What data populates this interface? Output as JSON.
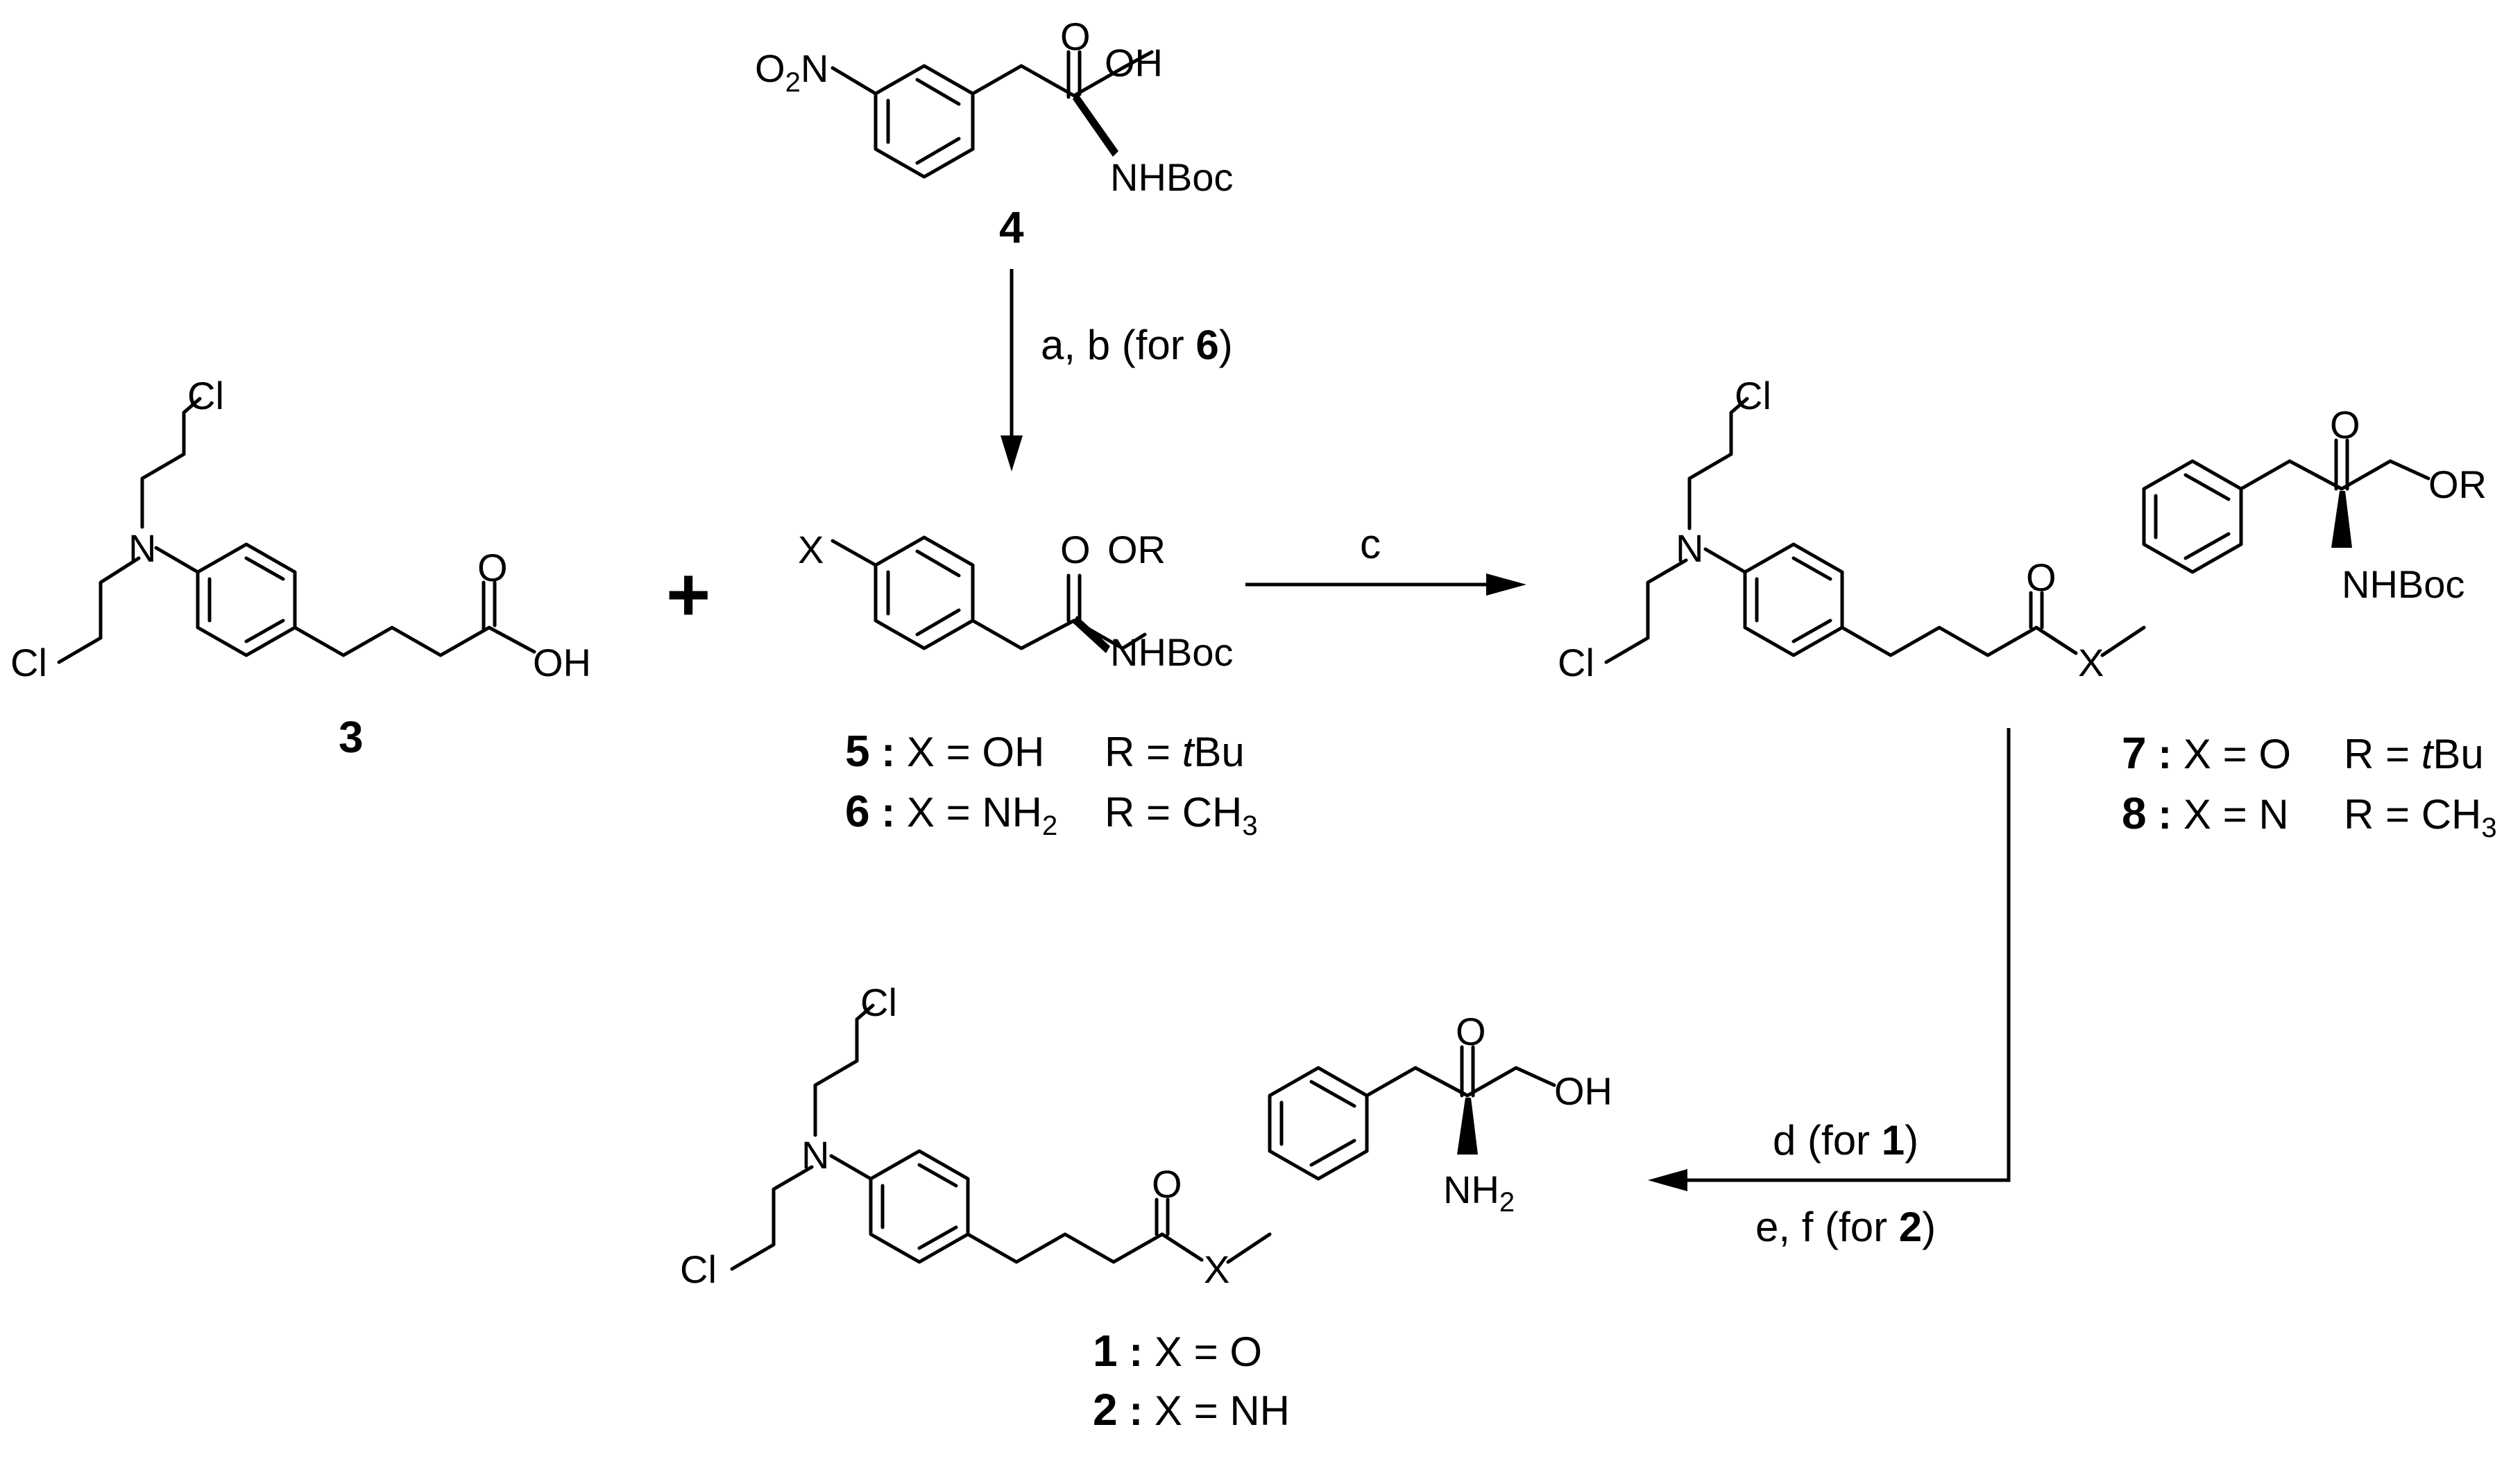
{
  "compound4": {
    "number": "4",
    "nitro_o": "O",
    "nitro_sub": "2",
    "nitro_n": "N",
    "carbonyl_o": "O",
    "acid_oh": "OH",
    "amine": "NHBoc"
  },
  "compound3": {
    "number": "3",
    "cl_top": "Cl",
    "cl_bottom": "Cl",
    "nitrogen": "N",
    "carbonyl_o": "O",
    "acid_oh": "OH"
  },
  "plus": "+",
  "compound56": {
    "x": "X",
    "carbonyl_o": "O",
    "ester": "OR",
    "amine": "NHBoc",
    "line5": {
      "number": "5",
      "colon": " :",
      "x": " X = OH",
      "r": "R = ",
      "r_italic": "t",
      "r_rest": "Bu"
    },
    "line6": {
      "number": "6",
      "colon": " :",
      "x": " X = NH",
      "x_sub": "2",
      "r": "R = CH",
      "r_sub": "3"
    }
  },
  "compound78": {
    "cl_top": "Cl",
    "cl_bottom": "Cl",
    "nitrogen": "N",
    "amide_o": "O",
    "x": "X",
    "carbonyl_o": "O",
    "ester": "OR",
    "amine": "NHBoc",
    "line7": {
      "number": "7",
      "colon": " :",
      "x": " X = O",
      "r": "R = ",
      "r_italic": "t",
      "r_rest": "Bu"
    },
    "line8": {
      "number": "8",
      "colon": " :",
      "x": " X = N",
      "r": "R = CH",
      "r_sub": "3"
    }
  },
  "compound12": {
    "cl_top": "Cl",
    "cl_bottom": "Cl",
    "nitrogen": "N",
    "amide_o": "O",
    "x": "X",
    "carbonyl_o": "O",
    "acid_oh": "OH",
    "amine": "NH",
    "amine_sub": "2",
    "line1": {
      "number": "1",
      "colon": " :",
      "x": " X = O"
    },
    "line2": {
      "number": "2",
      "colon": " :",
      "x": " X = NH"
    }
  },
  "arrows": {
    "ab": {
      "text": "a, b (for ",
      "bold": "6",
      "close": ")"
    },
    "c": "c",
    "d": {
      "text": "d (for ",
      "bold": "1",
      "close": ")"
    },
    "ef": {
      "text": "e, f (for ",
      "bold": "2",
      "close": ")"
    }
  }
}
